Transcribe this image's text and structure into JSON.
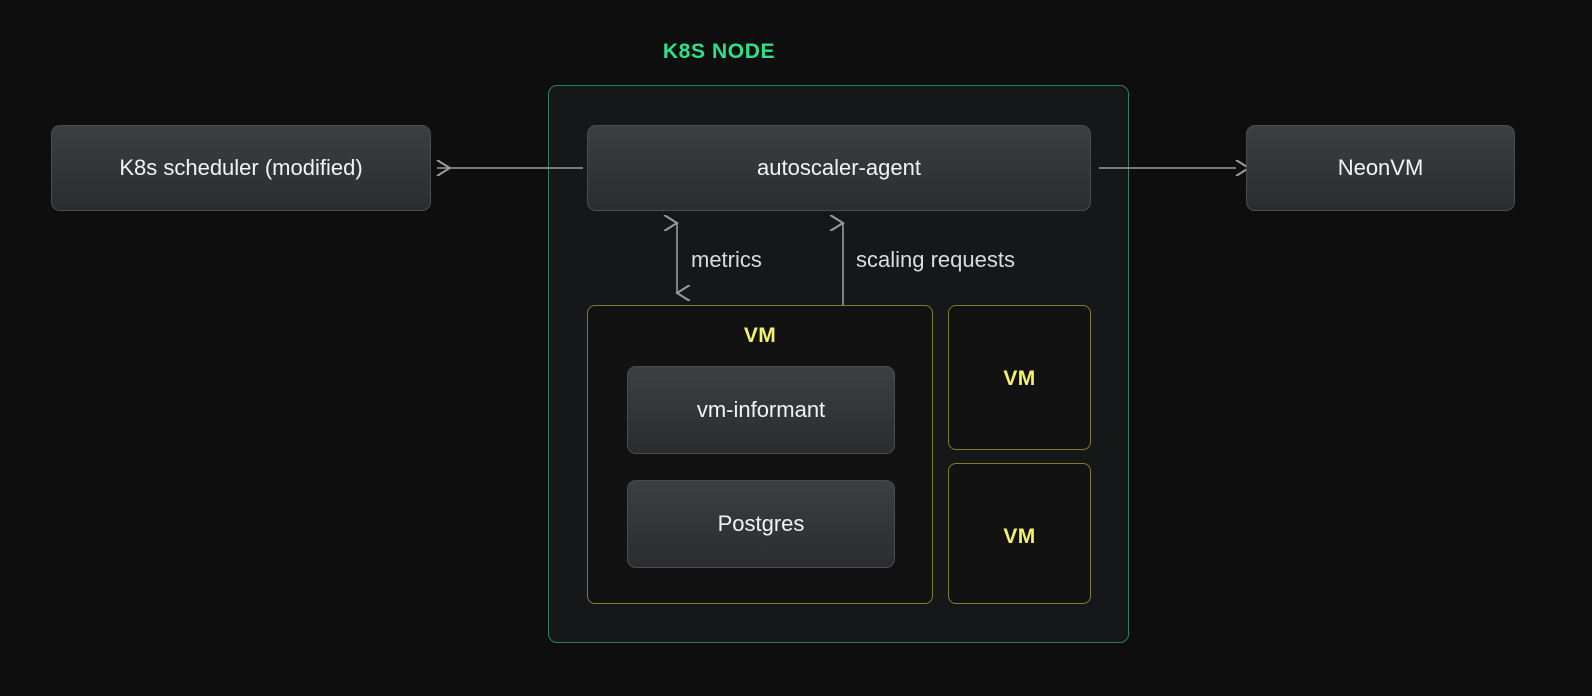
{
  "diagram": {
    "title": "K8S NODE",
    "title_color": "#2ee08a",
    "background_color": "#0e0e0f",
    "node_border_color": "#2f7f5f",
    "vm_border_color": "#7f7b33",
    "vm_label_color": "#f4f16d",
    "arrow_color": "#9a9a9a"
  },
  "components": {
    "k8s_scheduler": "K8s scheduler (modified)",
    "autoscaler_agent": "autoscaler-agent",
    "neonvm": "NeonVM",
    "vm_informant": "vm-informant",
    "postgres": "Postgres"
  },
  "vms": {
    "main_label": "VM",
    "second_label": "VM",
    "third_label": "VM"
  },
  "arrows": {
    "metrics_label": "metrics",
    "scaling_label": "scaling requests",
    "scheduler_link": "autoscaler-agent to K8s scheduler",
    "neonvm_link": "autoscaler-agent to NeonVM"
  }
}
